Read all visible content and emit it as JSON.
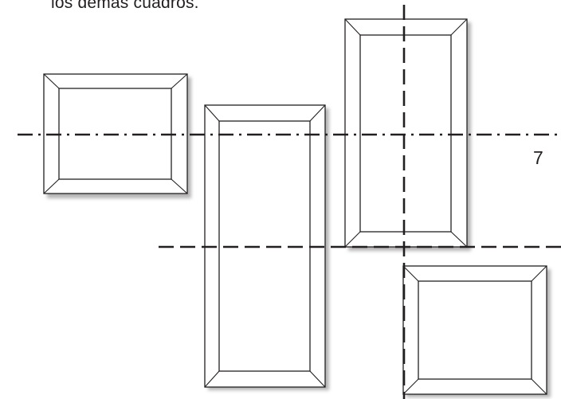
{
  "caption": {
    "text": "los demás cuadros."
  },
  "page": {
    "number": "7"
  },
  "diagram": {
    "frames": [
      {
        "name": "frame-top-left"
      },
      {
        "name": "frame-tall-center"
      },
      {
        "name": "frame-tall-right"
      },
      {
        "name": "frame-bottom-right"
      }
    ],
    "guides": [
      {
        "name": "guide-horizontal-upper",
        "style": "dash-dot"
      },
      {
        "name": "guide-horizontal-lower",
        "style": "dashed"
      },
      {
        "name": "guide-vertical",
        "style": "dashed"
      }
    ]
  }
}
